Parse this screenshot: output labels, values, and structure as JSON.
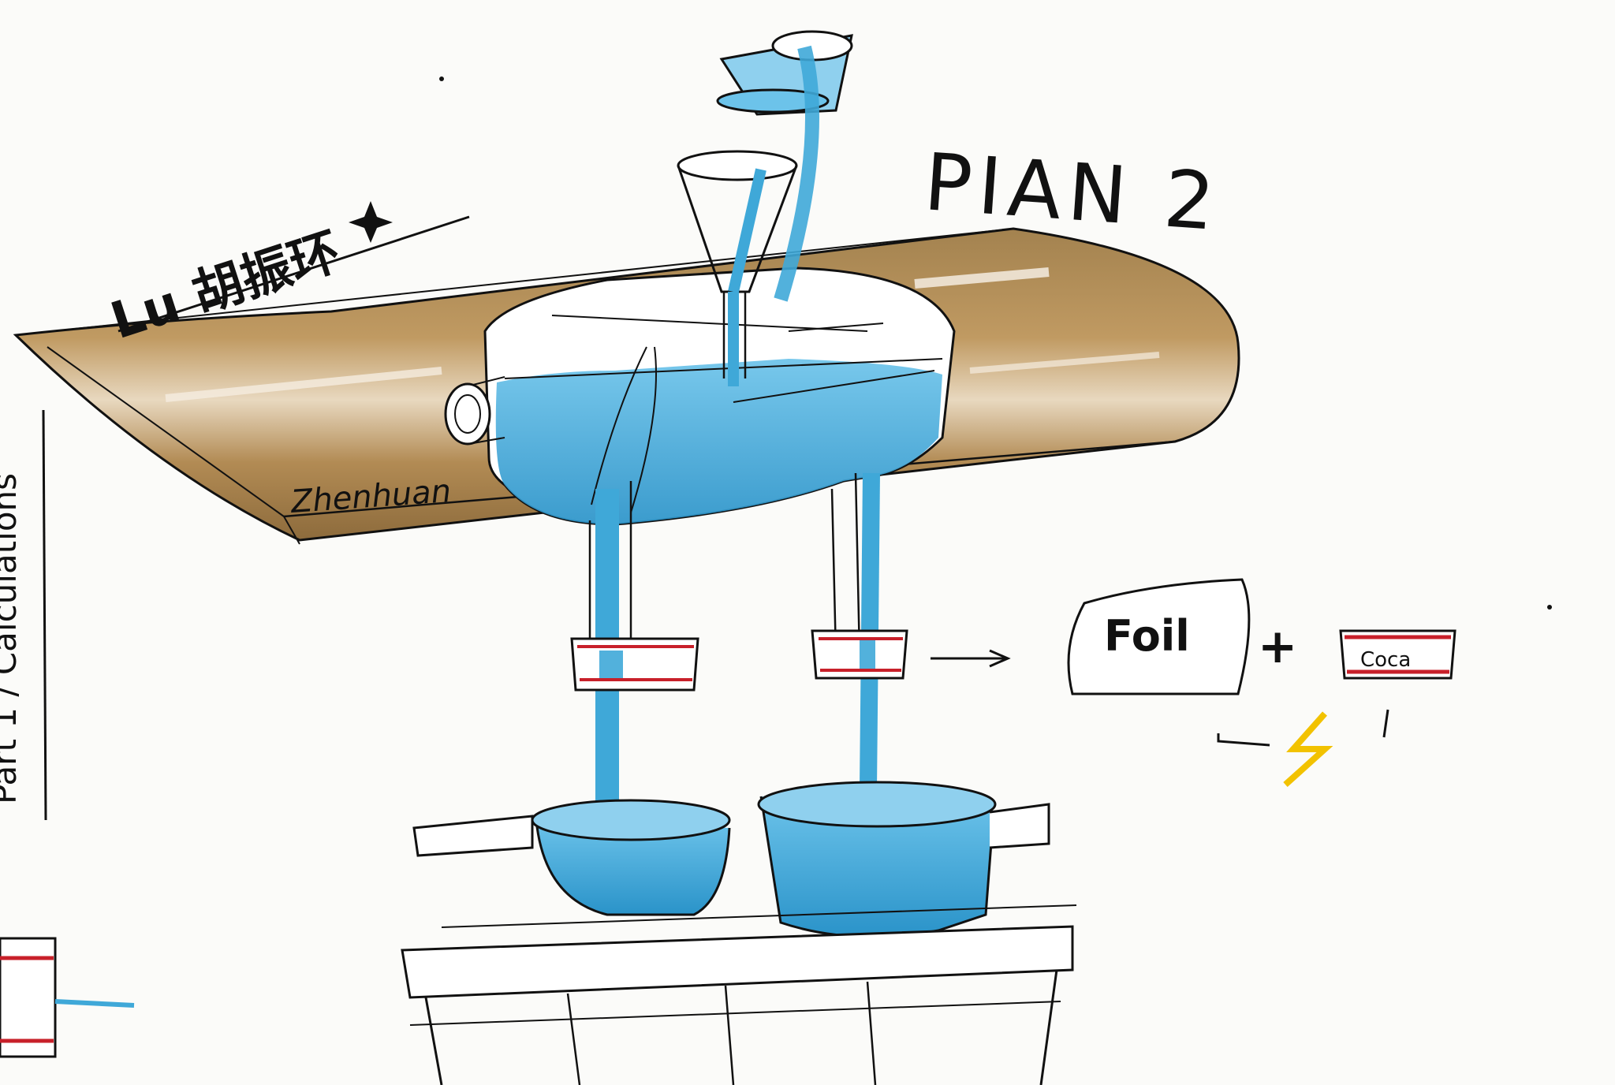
{
  "sketch": {
    "title": "PIAN 2",
    "signature": "Zhenhuan",
    "foil_label": "Foil",
    "can_label": "Coca",
    "plus_sign": "+",
    "author_mark_text": "Lu 胡振环",
    "side_note_text": "Part 1 / Calculations"
  },
  "colors": {
    "paper": "#fbfbf9",
    "ink": "#111111",
    "water_blue": "#3fa8d8",
    "water_blue_light": "#8fd0ee",
    "wood_brown": "#b08a52",
    "wood_brown_dark": "#8e6a38",
    "can_red": "#c8202a",
    "spark_yellow": "#f2c200"
  },
  "icons": {
    "arrow": "arrow-right-icon",
    "lightning": "lightning-icon",
    "star": "sparkle-icon"
  }
}
